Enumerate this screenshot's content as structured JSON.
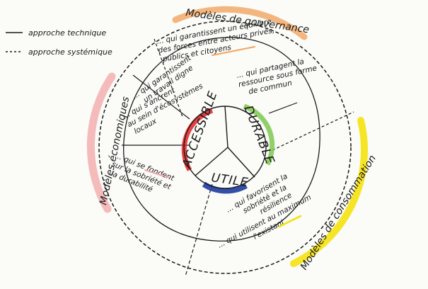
{
  "legend": {
    "solid_label": "approche technique",
    "dashed_label": "approche systémique"
  },
  "categories": {
    "top": "Modèles de gouvernance",
    "left": "Modèles économiques",
    "bottom_right": "Modèles de consommation"
  },
  "core": {
    "left": "ACCESSIBLE",
    "right": "DURABLE",
    "bottom": "UTILE"
  },
  "notes": {
    "top_line1": "... qui garantissent un équilibre",
    "top_line2": "des forces entre acteurs privés,",
    "top_line3": "publics et citoyens",
    "right_line1": "... qui partagent la",
    "right_line2": "ressource sous forme",
    "right_line3": "de commun",
    "left_top_line1": "... qui garantissent",
    "left_top_line2": "un travail digne",
    "left_mid_line1": "... qui s'ancrent",
    "left_mid_line2": "au sein d'écosystèmes",
    "left_mid_line3": "locaux",
    "left_bot_line1": "... qui se fondent",
    "left_bot_line2": "sur la sobriété et",
    "left_bot_line3": "la durabilité",
    "inner_right_line1": "... qui favorisent la",
    "inner_right_line2": "sobriété et la",
    "inner_right_line3": "résilience",
    "bottom_line1": "... qui utilisent au maximum",
    "bottom_line2": "l'existant"
  },
  "colors": {
    "governance": "#f2a560",
    "economic": "#f2a6a6",
    "consumption": "#f5e000",
    "accessible": "#e02020",
    "durable": "#7cc850",
    "utile": "#1e3ca0",
    "ink": "#1a1a1a"
  }
}
